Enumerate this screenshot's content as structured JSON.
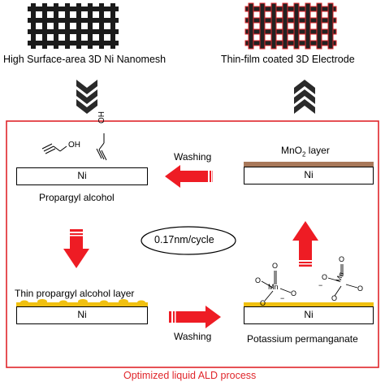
{
  "top": {
    "left_caption": "High Surface-area 3D Ni Nanomesh",
    "right_caption": "Thin-film coated 3D Electrode"
  },
  "process": {
    "frame_label": "Optimized liquid ALD process",
    "rate_label": "0.17nm/cycle",
    "steps": {
      "propargyl": {
        "plate": "Ni",
        "label": "Propargyl alcohol",
        "oh_left": "OH",
        "oh_right": "OH"
      },
      "thin_layer": {
        "plate": "Ni",
        "label": "Thin propargyl alcohol layer"
      },
      "permanganate": {
        "plate": "Ni",
        "label": "Potassium permanganate",
        "mn": "Mn",
        "o": "O",
        "minus": "−"
      },
      "mno2": {
        "plate": "Ni",
        "label_main": "MnO",
        "label_sub": "2",
        "label_tail": " layer"
      }
    },
    "washing_top": "Washing",
    "washing_bottom": "Washing"
  },
  "colors": {
    "frame": "#e0262b",
    "arrow_red": "#ee1c24",
    "mesh_dark": "#1b1b1b",
    "mesh_outline": "#e0262b",
    "chevron": "#2a2a2a",
    "mno2_layer": "#a8785a",
    "gold_layer": "#f0c010"
  }
}
